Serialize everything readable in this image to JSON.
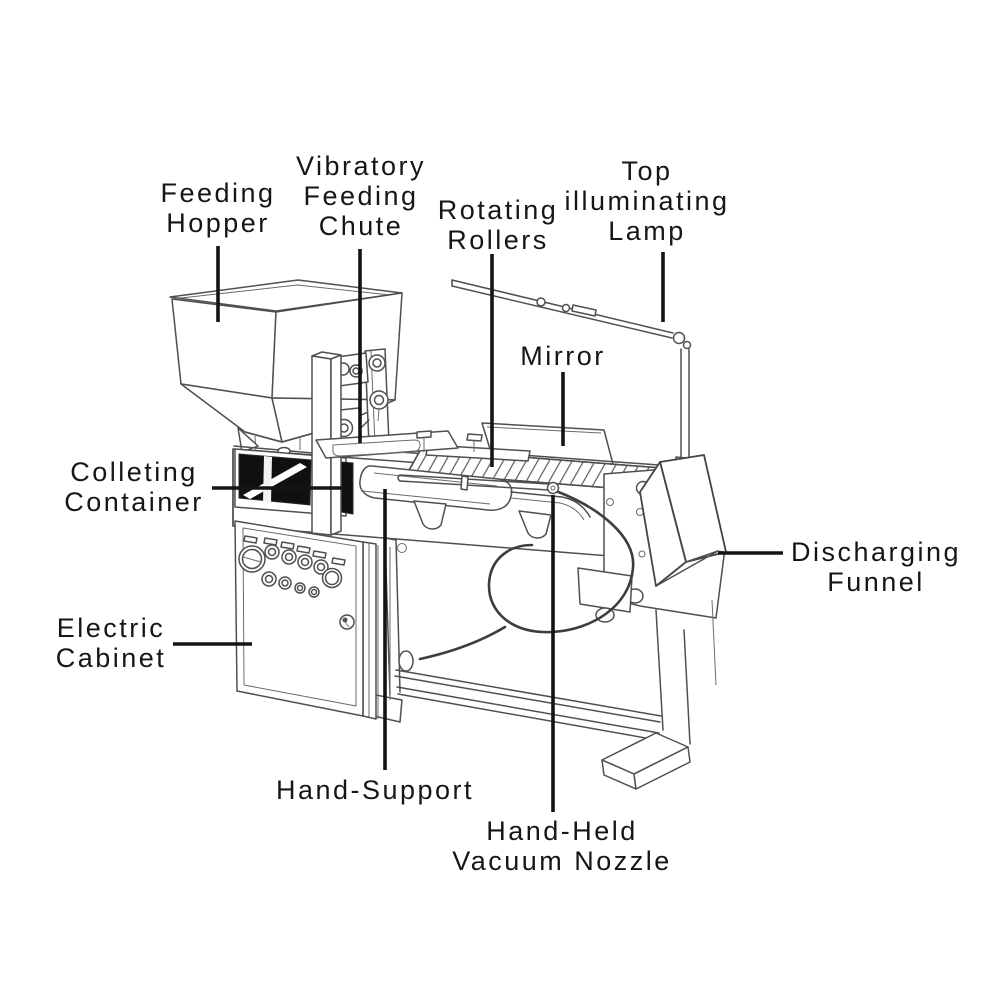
{
  "diagram": {
    "type": "labeled-line-drawing",
    "colors": {
      "background": "#ffffff",
      "line": "#4f4f4f",
      "label_text": "#161616",
      "leader_line": "#141414",
      "container_fill": "#101010"
    },
    "labels": {
      "feeding_hopper": {
        "text": "Feeding\nHopper"
      },
      "vibratory_feeding_chute": {
        "text": "Vibratory\nFeeding\nChute"
      },
      "rotating_rollers": {
        "text": "Rotating\nRollers"
      },
      "top_illuminating_lamp": {
        "text": "Top\nilluminating\nLamp"
      },
      "mirror": {
        "text": "Mirror"
      },
      "colleting_container": {
        "text": "Colleting\nContainer"
      },
      "discharging_funnel": {
        "text": "Discharging\nFunnel"
      },
      "electric_cabinet": {
        "text": "Electric\nCabinet"
      },
      "hand_support": {
        "text": "Hand-Support"
      },
      "hand_held_vacuum_nozzle": {
        "text": "Hand-Held\nVacuum Nozzle"
      }
    }
  }
}
